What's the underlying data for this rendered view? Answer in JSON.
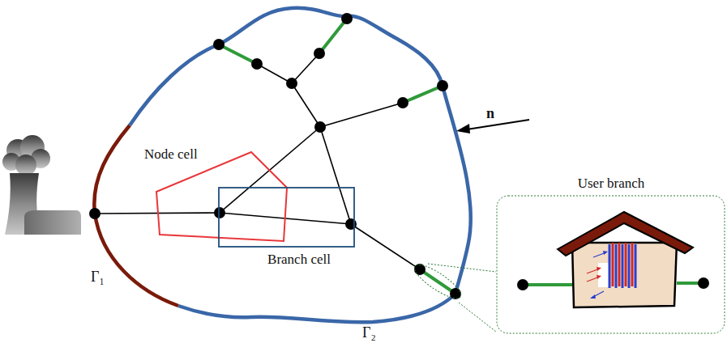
{
  "diagram": {
    "nodes": [
      {
        "text": [
          "Node cell"
        ]
      },
      {
        "text": [
          "Branch cell"
        ]
      },
      {
        "text": [
          "User branch"
        ]
      }
    ],
    "labels": [
      "n",
      "Γ₁",
      "Γ₂"
    ]
  }
}
